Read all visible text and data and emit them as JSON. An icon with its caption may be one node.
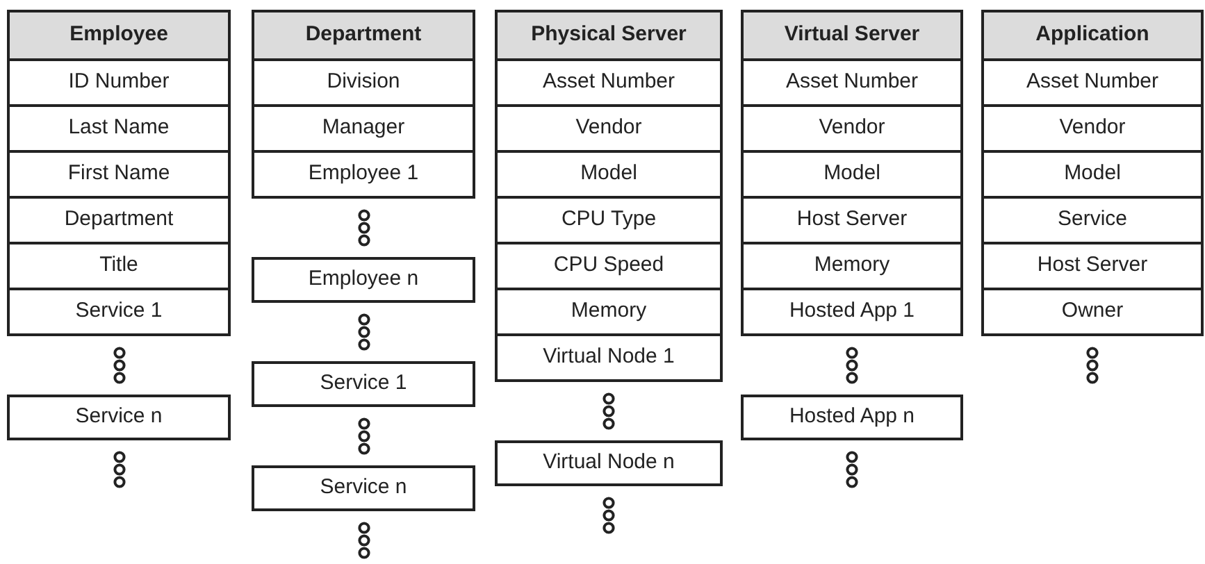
{
  "diagram": {
    "nodes": [
      {
        "text": [
          "Employee"
        ]
      },
      {
        "text": [
          "ID Number"
        ]
      },
      {
        "text": [
          "Last Name"
        ]
      },
      {
        "text": [
          "First Name"
        ]
      },
      {
        "text": [
          "Department"
        ]
      },
      {
        "text": [
          "Title"
        ]
      },
      {
        "text": [
          "Service 1"
        ]
      },
      {
        "text": [
          "Service n"
        ]
      },
      {
        "text": [
          "Department"
        ]
      },
      {
        "text": [
          "Division"
        ]
      },
      {
        "text": [
          "Manager"
        ]
      },
      {
        "text": [
          "Employee 1"
        ]
      },
      {
        "text": [
          "Employee n"
        ]
      },
      {
        "text": [
          "Service 1"
        ]
      },
      {
        "text": [
          "Service n"
        ]
      },
      {
        "text": [
          "Physical Server"
        ]
      },
      {
        "text": [
          "Asset Number"
        ]
      },
      {
        "text": [
          "Vendor"
        ]
      },
      {
        "text": [
          "Model"
        ]
      },
      {
        "text": [
          "CPU Type"
        ]
      },
      {
        "text": [
          "CPU Speed"
        ]
      },
      {
        "text": [
          "Memory"
        ]
      },
      {
        "text": [
          "Virtual Node 1"
        ]
      },
      {
        "text": [
          "Virtual Node n"
        ]
      },
      {
        "text": [
          "Virtual Server"
        ]
      },
      {
        "text": [
          "Asset Number"
        ]
      },
      {
        "text": [
          "Vendor"
        ]
      },
      {
        "text": [
          "Model"
        ]
      },
      {
        "text": [
          "Host Server"
        ]
      },
      {
        "text": [
          "Memory"
        ]
      },
      {
        "text": [
          "Hosted App 1"
        ]
      },
      {
        "text": [
          "Hosted App n"
        ]
      },
      {
        "text": [
          "Application"
        ]
      },
      {
        "text": [
          "Asset Number"
        ]
      },
      {
        "text": [
          "Vendor"
        ]
      },
      {
        "text": [
          "Model"
        ]
      },
      {
        "text": [
          "Service"
        ]
      },
      {
        "text": [
          "Host Server"
        ]
      },
      {
        "text": [
          "Owner"
        ]
      }
    ]
  }
}
